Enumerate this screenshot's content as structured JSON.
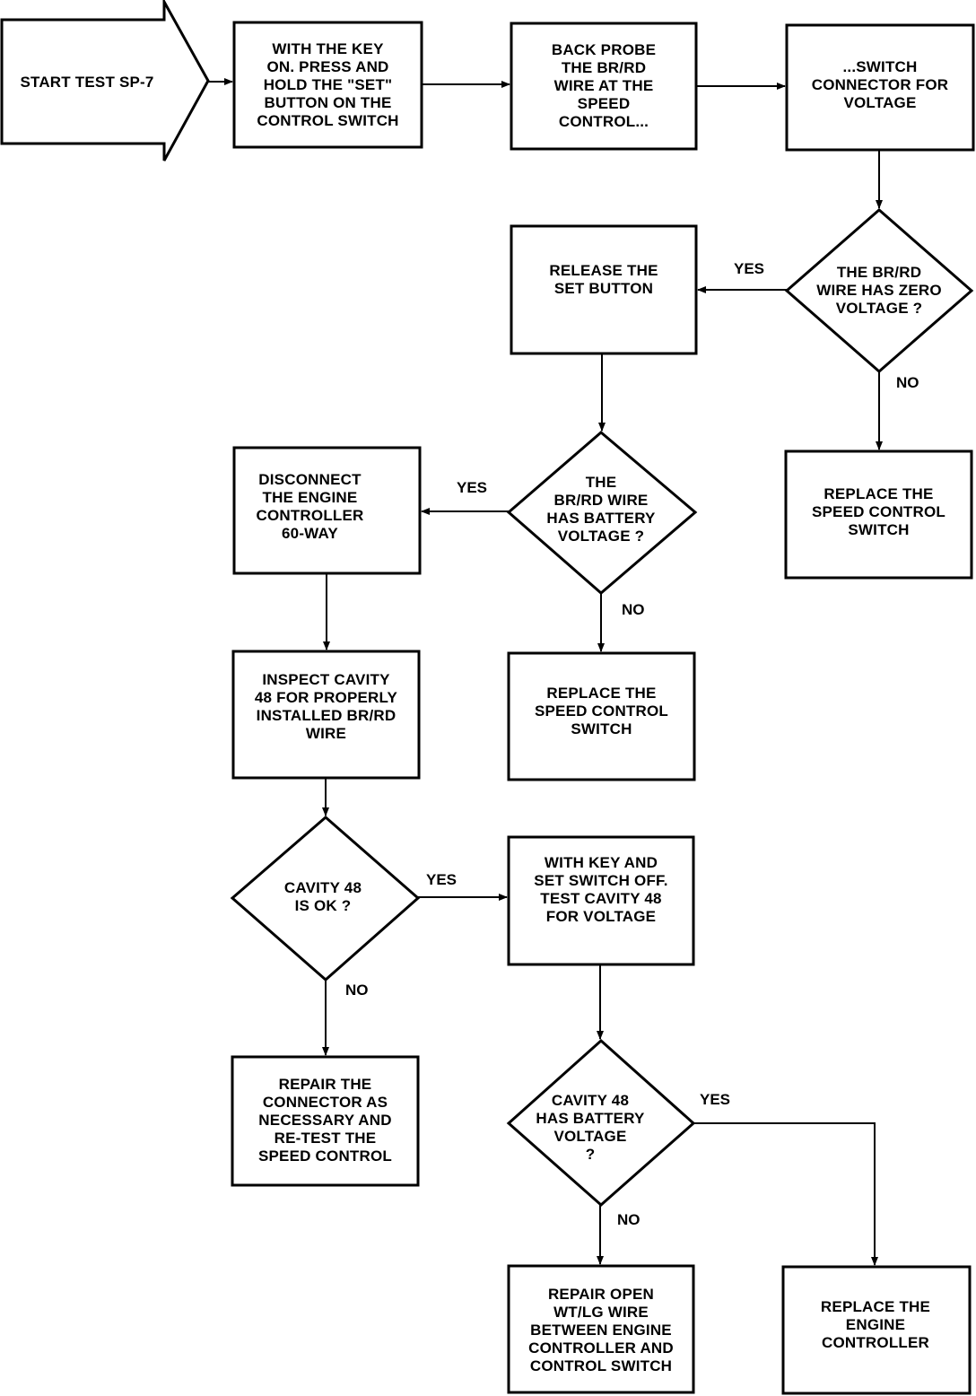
{
  "nodes": {
    "start": "START TEST SP-7",
    "step1": "WITH THE KEY\nON. PRESS AND\nHOLD THE \"SET\"\nBUTTON ON THE\nCONTROL SWITCH",
    "step2": "BACK PROBE\nTHE BR/RD\nWIRE AT THE\nSPEED\nCONTROL...",
    "step3": "...SWITCH\nCONNECTOR FOR\nVOLTAGE",
    "q_zero": "THE BR/RD\nWIRE HAS ZERO\nVOLTAGE ?",
    "release": "RELEASE THE\nSET BUTTON",
    "replace_switch_1": "REPLACE THE\nSPEED CONTROL\nSWITCH",
    "q_battery": "THE\nBR/RD WIRE\nHAS BATTERY\nVOLTAGE ?",
    "disconnect": "DISCONNECT\nTHE ENGINE\nCONTROLLER\n60-WAY",
    "replace_switch_2": "REPLACE THE\nSPEED CONTROL\nSWITCH",
    "inspect": "INSPECT CAVITY\n48 FOR PROPERLY\nINSTALLED BR/RD\nWIRE",
    "q_cavity_ok": "CAVITY 48\nIS OK ?",
    "test_cavity": "WITH KEY AND\nSET SWITCH OFF.\nTEST CAVITY 48\nFOR VOLTAGE",
    "repair_connector": "REPAIR THE\nCONNECTOR AS\nNECESSARY AND\nRE-TEST THE\nSPEED CONTROL",
    "q_cavity_batt": "CAVITY 48\nHAS BATTERY\nVOLTAGE\n?",
    "repair_wire": "REPAIR OPEN\nWT/LG WIRE\nBETWEEN ENGINE\nCONTROLLER AND\nCONTROL SWITCH",
    "replace_controller": "REPLACE THE\nENGINE\nCONTROLLER"
  },
  "edges": {
    "yes": "YES",
    "no": "NO"
  },
  "colors": {
    "stroke": "#000000",
    "background": "#ffffff"
  }
}
